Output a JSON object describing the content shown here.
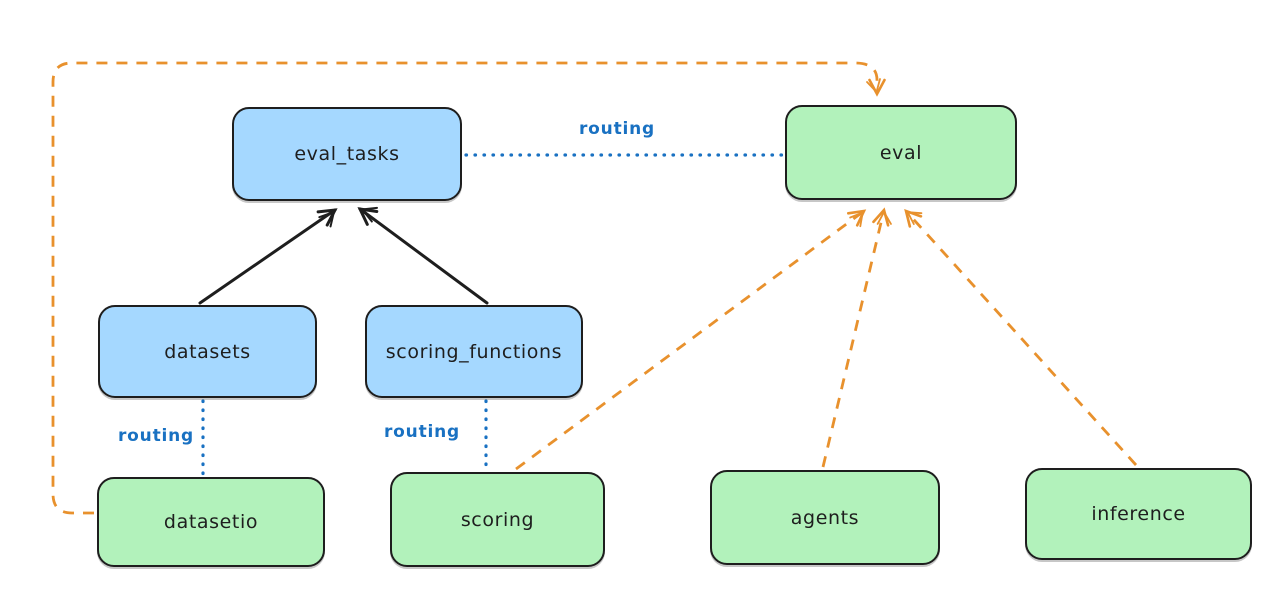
{
  "colors": {
    "background": "#ffffff",
    "node_stroke": "#1e1e1e",
    "node_blue_fill": "#a5d8ff",
    "node_green_fill": "#b2f2bb",
    "routing_blue": "#1971c2",
    "orange": "#e8912d",
    "black_arrow": "#1e1e1e"
  },
  "nodes": {
    "eval_tasks": {
      "label": "eval_tasks",
      "color": "blue"
    },
    "eval": {
      "label": "eval",
      "color": "green"
    },
    "datasets": {
      "label": "datasets",
      "color": "blue"
    },
    "scoring_functions": {
      "label": "scoring_functions",
      "color": "blue"
    },
    "datasetio": {
      "label": "datasetio",
      "color": "green"
    },
    "scoring": {
      "label": "scoring",
      "color": "green"
    },
    "agents": {
      "label": "agents",
      "color": "green"
    },
    "inference": {
      "label": "inference",
      "color": "green"
    }
  },
  "edge_labels": {
    "top": "routing",
    "left": "routing",
    "middle": "routing"
  },
  "edges": [
    {
      "from": "datasets",
      "to": "eval_tasks",
      "style": "solid-black-arrow"
    },
    {
      "from": "scoring_functions",
      "to": "eval_tasks",
      "style": "solid-black-arrow"
    },
    {
      "from": "eval_tasks",
      "to": "eval",
      "style": "dotted-blue",
      "label": "routing"
    },
    {
      "from": "datasets",
      "to": "datasetio",
      "style": "dotted-blue",
      "label": "routing"
    },
    {
      "from": "scoring_functions",
      "to": "scoring",
      "style": "dotted-blue",
      "label": "routing"
    },
    {
      "from": "datasetio",
      "to": "eval",
      "style": "dashed-orange-arrow"
    },
    {
      "from": "scoring",
      "to": "eval",
      "style": "dashed-orange-arrow"
    },
    {
      "from": "agents",
      "to": "eval",
      "style": "dashed-orange-arrow"
    },
    {
      "from": "inference",
      "to": "eval",
      "style": "dashed-orange-arrow"
    }
  ]
}
